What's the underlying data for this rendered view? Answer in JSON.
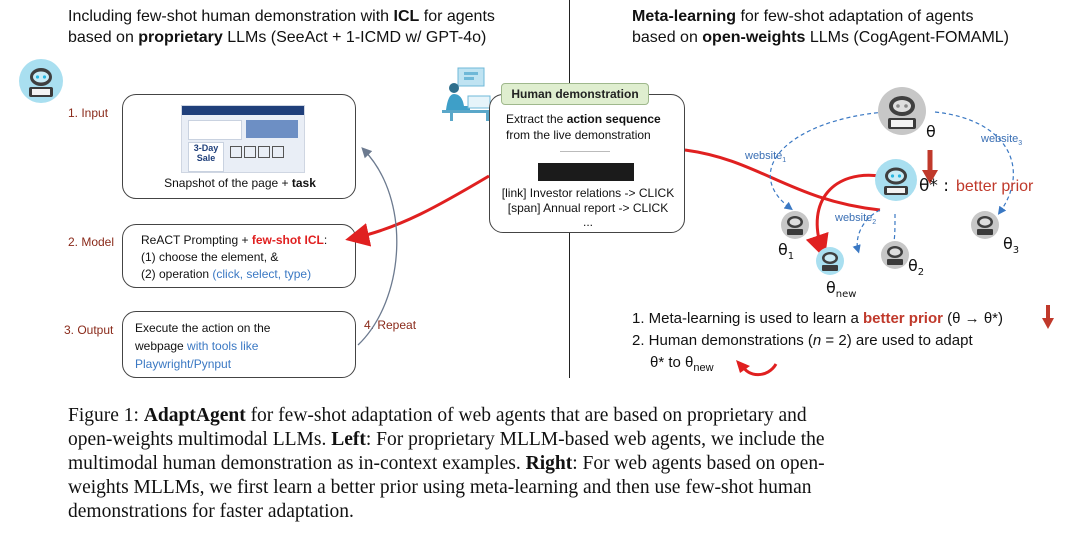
{
  "left": {
    "header_line1_a": "Including few-shot human demonstration with ",
    "header_line1_b": "ICL",
    "header_line1_c": " for agents",
    "header_line2_a": "based on ",
    "header_line2_b": "proprietary",
    "header_line2_c": " LLMs (SeeAct + 1-ICMD w/ GPT-4o)",
    "step1": "1. Input",
    "step2": "2. Model",
    "step3": "3. Output",
    "step4": "4. Repeat",
    "input_caption_a": "Snapshot of the page + ",
    "input_caption_b": "task",
    "shot_text": "3-Day Sale",
    "model_line1_a": "ReACT Prompting + ",
    "model_line1_b": "few-shot ICL",
    "model_line1_c": ":",
    "model_line2": "(1)  choose the element, &",
    "model_line3_a": "(2)  operation ",
    "model_line3_b": "(click, select, type)",
    "output_line1": "Execute the action on the",
    "output_line2_a": "webpage ",
    "output_line2_b": "with tools like",
    "output_line3": "Playwright/Pynput"
  },
  "center": {
    "pill": "Human demonstration",
    "line1": "Extract the ",
    "line1_b": "action sequence",
    "line2": "from the live demonstration",
    "action1": "[link] Investor relations -> CLICK",
    "action2": "[span] Annual report -> CLICK",
    "ellipsis": "..."
  },
  "right": {
    "header_line1_a": "Meta-learning",
    "header_line1_b": " for few-shot adaptation of agents",
    "header_line2_a": "based on ",
    "header_line2_b": "open-weights",
    "header_line2_c": " LLMs (CogAgent-FOMAML)",
    "theta": "θ",
    "theta_star": "θ* :",
    "better_prior": "better prior",
    "theta1": "θ",
    "theta1_sub": "1",
    "theta2": "θ",
    "theta2_sub": "2",
    "theta3": "θ",
    "theta3_sub": "3",
    "theta_new": "θ",
    "theta_new_sub": "new",
    "website1": "website",
    "website1_sub": "1",
    "website2": "website",
    "website2_sub": "2",
    "website3": "website",
    "website3_sub": "3",
    "list1_a": "1. Meta-learning is used to learn a ",
    "list1_b": "better prior",
    "list1_c": " (θ → θ*)",
    "list2_a": "2. Human demonstrations (",
    "list2_n": "n",
    "list2_b": " = 2) are used to adapt",
    "list2_line2_a": "θ* to θ",
    "list2_line2_sub": "new"
  },
  "caption": {
    "fig": "Figure 1: ",
    "name": "AdaptAgent",
    "t1": " for few-shot adaptation of web agents that are based on proprietary and",
    "t2": "open-weights multimodal LLMs. ",
    "left": "Left",
    "t3": ": For proprietary MLLM-based web agents, we include the",
    "t4": "multimodal human demonstration as in-context examples. ",
    "right": "Right",
    "t5": ": For web agents based on open-",
    "t6": "weights MLLMs, we first learn a better prior using meta-learning and then use few-shot human",
    "t7": "demonstrations for faster adaptation."
  },
  "colors": {
    "red_arrow": "#e02020",
    "dark_red": "#c0392b",
    "blue_dash": "#3a78c3",
    "pill_green": "#dfeecf"
  }
}
